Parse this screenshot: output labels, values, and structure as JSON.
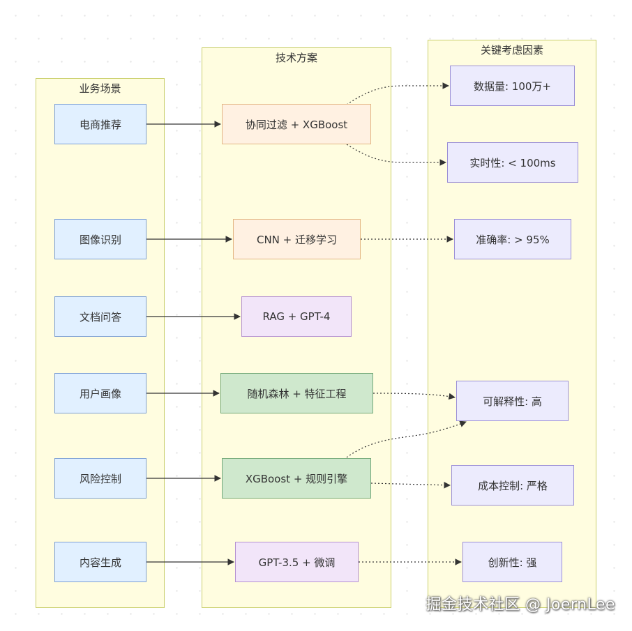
{
  "lanes": {
    "business": "业务场景",
    "tech": "技术方案",
    "factors": "关键考虑因素"
  },
  "scenarios": [
    "电商推荐",
    "图像识别",
    "文档问答",
    "用户画像",
    "风险控制",
    "内容生成"
  ],
  "solutions": [
    "协同过滤 + XGBoost",
    "CNN + 迁移学习",
    "RAG + GPT-4",
    "随机森林 + 特征工程",
    "XGBoost + 规则引擎",
    "GPT-3.5 + 微调"
  ],
  "factors": [
    "数据量: 100万+",
    "实时性: < 100ms",
    "准确率: > 95%",
    "可解释性: 高",
    "成本控制: 严格",
    "创新性: 强"
  ],
  "colors": {
    "lane_fill": "#fffde0",
    "lane_border": "#c9cf6b",
    "scenario_fill": "#e1f0ff",
    "solution_orange": "#fff1e2",
    "solution_purple": "#f2e5f9",
    "solution_green": "#cfe8cd",
    "factor_fill": "#ecebfd"
  },
  "watermark": "掘金技术社区 @ JoernLee"
}
